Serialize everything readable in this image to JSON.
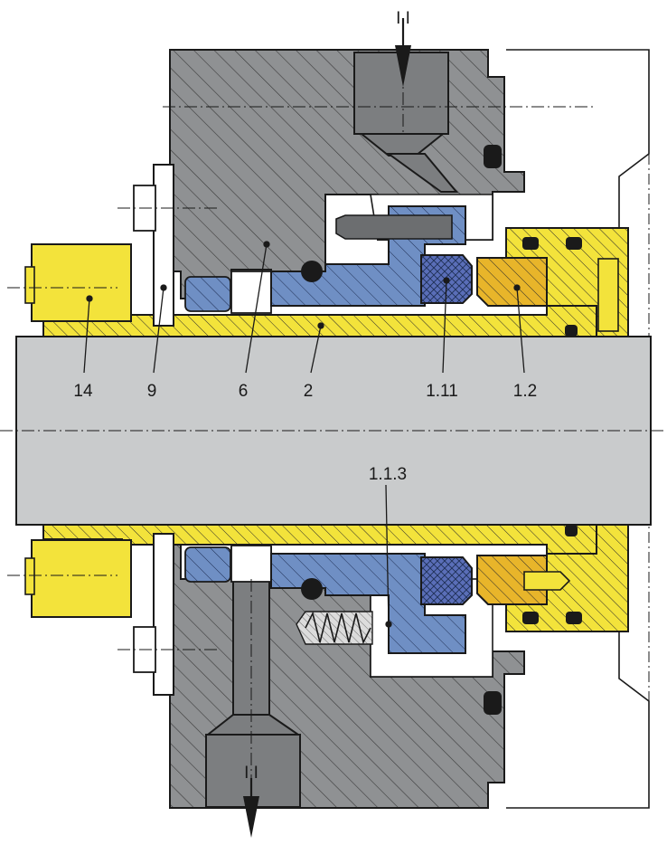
{
  "colors": {
    "housing": "#8f9193",
    "shaft": "#c9cbcc",
    "sleeve": "#f3e33b",
    "seat": "#e8b52a",
    "seal_face": "#6f8fc4",
    "carbon": "#5a6eb8",
    "line": "#1a1a1a",
    "hatch": "#3c3c3c"
  },
  "flow_marks": {
    "inlet": "I I",
    "outlet": "I I"
  },
  "parts": {
    "p14": "14",
    "p9": "9",
    "p6": "6",
    "p2": "2",
    "p1_11": "1.11",
    "p1_2": "1.2",
    "p1_1_3": "1.1.3"
  }
}
